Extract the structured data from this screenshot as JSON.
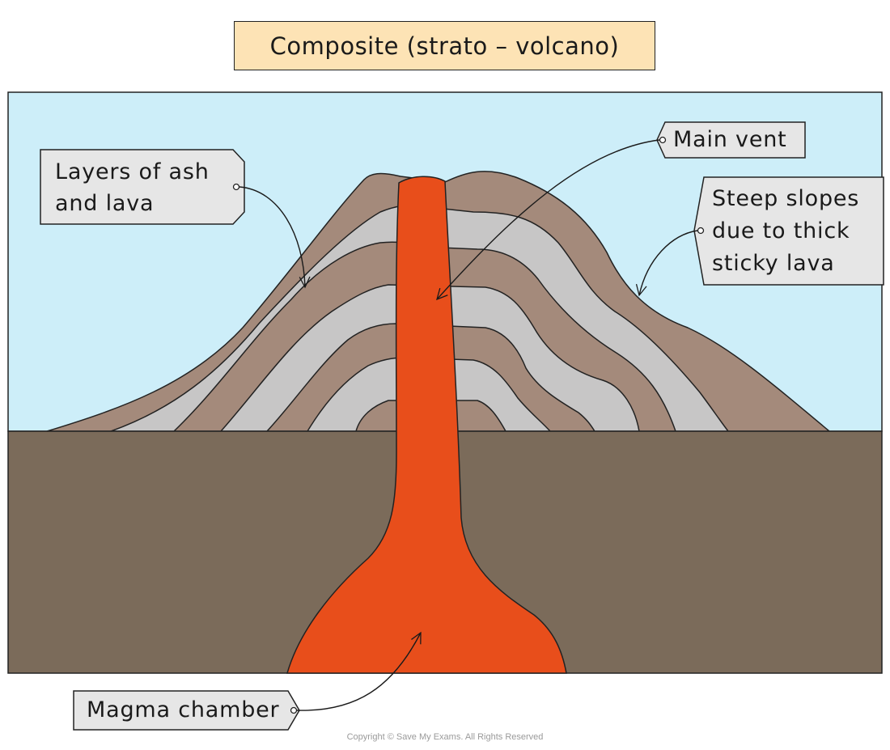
{
  "title": "Composite (strato – volcano)",
  "labels": {
    "layers": [
      "Layers of ash",
      "and lava"
    ],
    "main_vent": "Main vent",
    "steep_slopes": [
      "Steep slopes",
      "due to thick",
      "sticky lava"
    ],
    "magma_chamber": "Magma chamber"
  },
  "copyright": "Copyright © Save My Exams. All Rights Reserved",
  "colors": {
    "sky": "#cdeef9",
    "ground": "#7b6b5a",
    "ash_layer": "#a48a7b",
    "lava_layer": "#c7c6c6",
    "magma": "#e84e1b",
    "title_bg": "#fde3b5",
    "label_bg": "#e6e6e6"
  }
}
